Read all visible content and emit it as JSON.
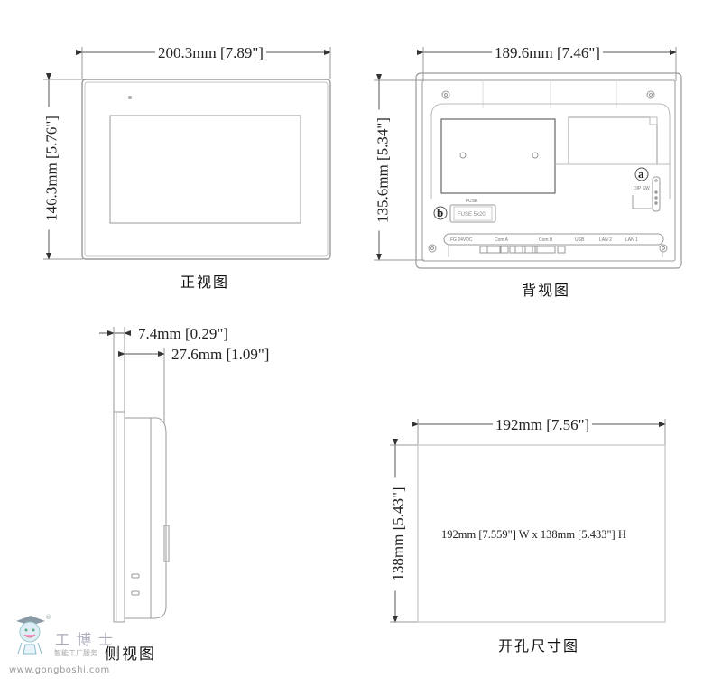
{
  "front_view": {
    "caption": "正视图",
    "width_dim": "200.3mm [7.89\"]",
    "height_dim": "146.3mm [5.76\"]"
  },
  "back_view": {
    "caption": "背视图",
    "width_dim": "189.6mm [7.46\"]",
    "height_dim": "135.6mm [5.34\"]",
    "callout_a": "a",
    "callout_a_label": "DIP SW",
    "callout_b": "b",
    "fuse_label": "FUSE",
    "fuse_text": "FUSE 5x20",
    "ports": [
      "FG 24VDC",
      "Com A",
      "Com B",
      "USB",
      "LAN 2",
      "LAN 1"
    ]
  },
  "side_view": {
    "caption": "侧视图",
    "depth_front_dim": "7.4mm [0.29\"]",
    "depth_total_dim": "27.6mm [1.09\"]"
  },
  "cutout_view": {
    "caption": "开孔尺寸图",
    "width_dim": "192mm [7.56\"]",
    "height_dim": "138mm [5.43\"]",
    "center_text": "192mm [7.559\"] W x 138mm [5.433\"] H"
  },
  "watermark": {
    "brand": "工博士",
    "slogan": "智能工厂服务",
    "url": "www.gongboshi.com",
    "registered": "®"
  },
  "colors": {
    "line": "#9a9a9a",
    "dark_line": "#555555",
    "text": "#222222"
  }
}
